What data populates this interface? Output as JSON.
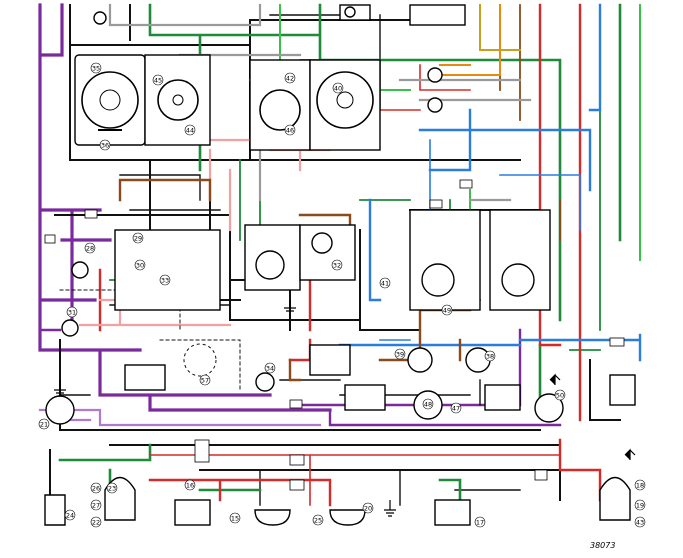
{
  "diagram": {
    "reference": "38073",
    "colors": {
      "black": "#111111",
      "purple": "#7b2a9e",
      "green": "#1f8a3a",
      "red": "#d62a2a",
      "pink": "#f3a0a0",
      "blue": "#2a7de0",
      "brown": "#8a4a1a",
      "grey": "#9a9a9a",
      "lightgreen": "#38c24a",
      "orange": "#e88a10",
      "lavender": "#b07ad0",
      "yellowbrown": "#c8a020"
    },
    "component_labels": [
      "35",
      "45",
      "36",
      "44",
      "42",
      "40",
      "46",
      "28",
      "29",
      "30",
      "33",
      "31",
      "57",
      "34",
      "21",
      "39",
      "38",
      "32",
      "49",
      "48",
      "47",
      "50",
      "26",
      "27",
      "22",
      "23",
      "24",
      "25",
      "20",
      "15",
      "16",
      "17",
      "18",
      "19",
      "41",
      "43"
    ]
  }
}
